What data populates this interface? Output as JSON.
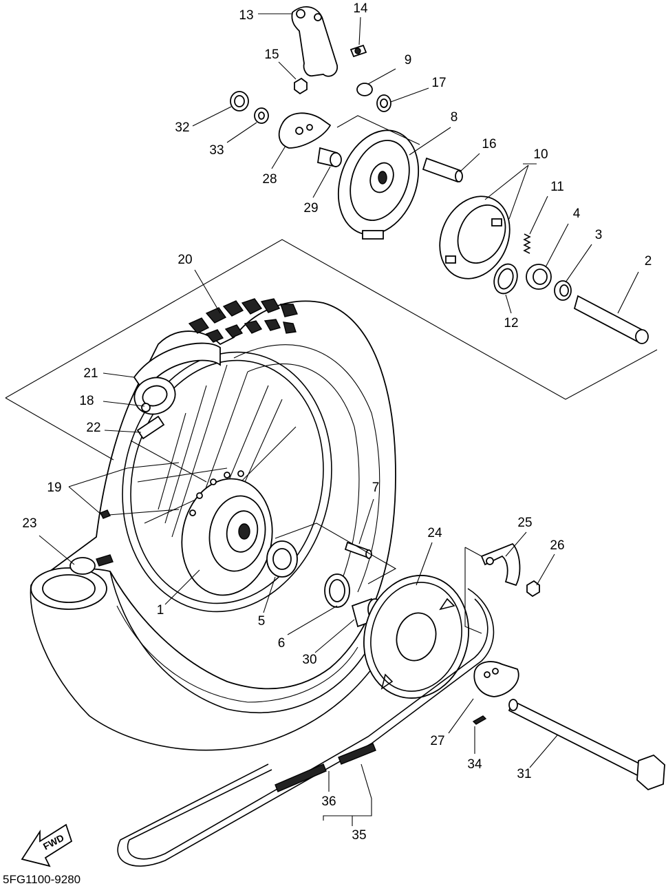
{
  "diagram": {
    "drawing_code": "5FG1100-9280",
    "direction_label": "FWD",
    "part_numbers": {
      "p1": "1",
      "p2": "2",
      "p3": "3",
      "p4": "4",
      "p5": "5",
      "p6": "6",
      "p7": "7",
      "p8": "8",
      "p9": "9",
      "p10": "10",
      "p11": "11",
      "p12": "12",
      "p13": "13",
      "p14": "14",
      "p15": "15",
      "p16": "16",
      "p17": "17",
      "p18": "18",
      "p19": "19",
      "p20": "20",
      "p21": "21",
      "p22": "22",
      "p23": "23",
      "p24": "24",
      "p25": "25",
      "p26": "26",
      "p27": "27",
      "p28": "28",
      "p29": "29",
      "p30": "30",
      "p31": "31",
      "p32": "32",
      "p33": "33",
      "p34": "34",
      "p35": "35",
      "p36": "36"
    }
  }
}
